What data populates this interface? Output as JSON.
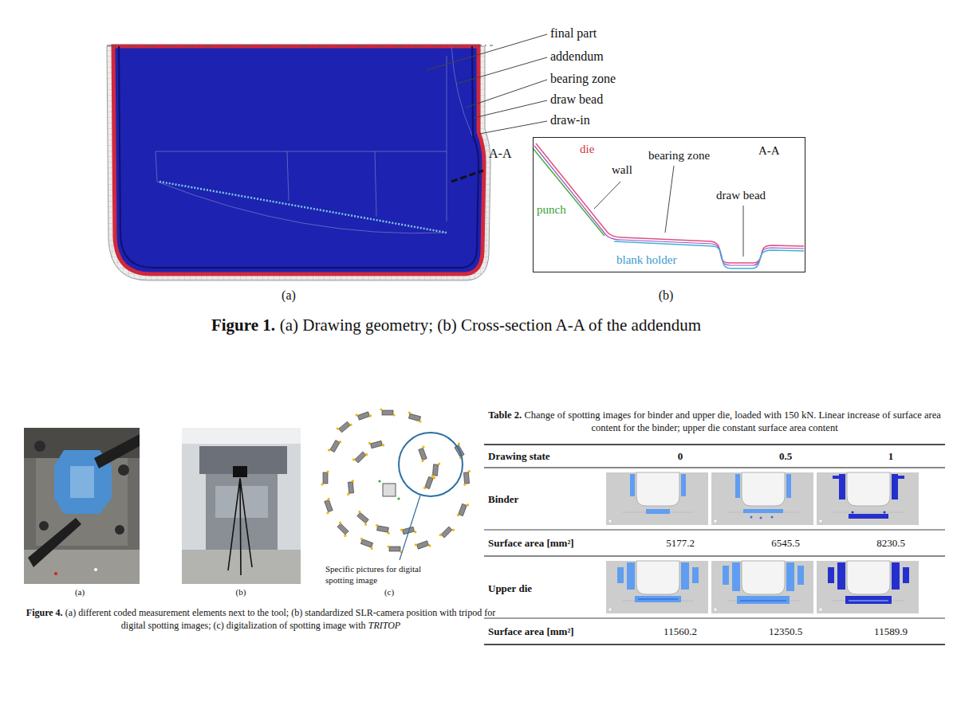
{
  "diagram": {
    "nodes": [
      {
        "text": [
          "die",
          "wall",
          "bearing zone",
          "A-A",
          "draw bead",
          "punch",
          "blank holder"
        ]
      }
    ],
    "labels": [
      "final part",
      "addendum",
      "bearing zone",
      "draw bead",
      "draw-in",
      "A-A",
      "(a)",
      "(b)",
      "Figure 1.",
      "(a) Drawing geometry; (b) Cross-section A-A of the addendum",
      "Specific pictures for digital spotting image",
      "(a)",
      "(b)",
      "(c)",
      "Figure 4.",
      "(a) different coded measurement elements next to the tool; (b) standardized SLR-camera position with tripod for digital spotting images; (c) digitalization of spotting image with",
      "TRITOP",
      "Table 2.",
      "Change of spotting images for binder and upper die, loaded with 150 kN. Linear increase of surface area content for the binder; upper die constant surface area content",
      "Drawing state",
      "0",
      "0.5",
      "1",
      "Binder",
      "Surface area [mm²]",
      "5177.2",
      "6545.5",
      "8230.5",
      "Upper die",
      "Surface area [mm²]",
      "11560.2",
      "12350.5",
      "11589.9"
    ]
  }
}
